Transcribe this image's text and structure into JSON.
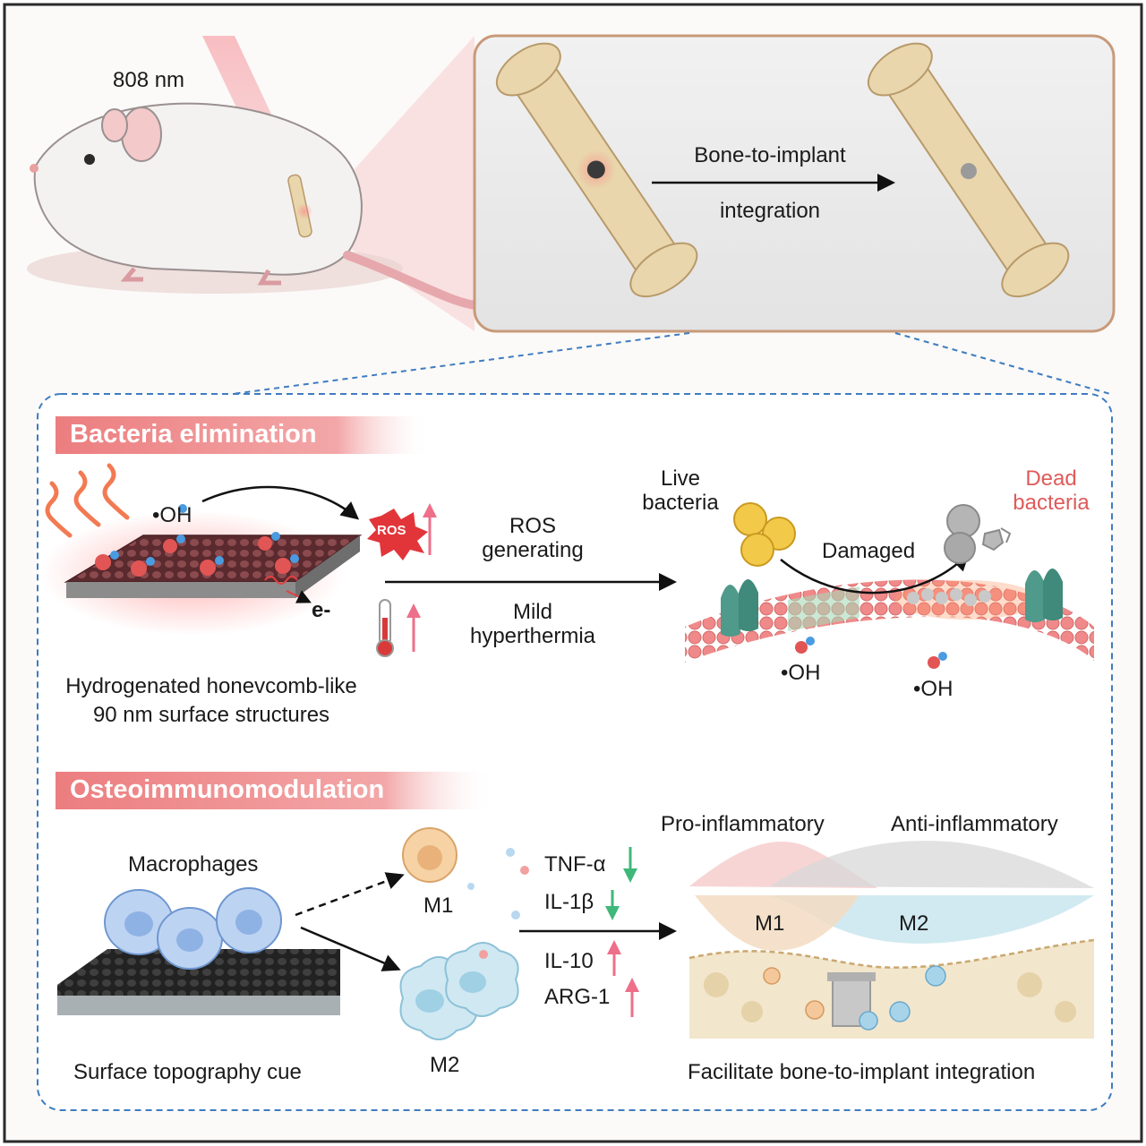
{
  "top": {
    "laser_label": "808 nm",
    "arrow_label_line1": "Bone-to-implant",
    "arrow_label_line2": "integration"
  },
  "bacteria": {
    "banner": "Bacteria elimination",
    "oh_label": "•OH",
    "ros_badge": "ROS",
    "electron_label": "e-",
    "surface_caption_line1": "Hydrogenated honevcomb-like",
    "surface_caption_line2": "90 nm surface structures",
    "ros_line1": "ROS",
    "ros_line2": "generating",
    "mild_line1": "Mild",
    "mild_line2": "hyperthermia",
    "live_line1": "Live",
    "live_line2": "bacteria",
    "dead_line1": "Dead",
    "dead_line2": "bacteria",
    "damaged_label": "Damaged",
    "oh_membrane_1": "•OH",
    "oh_membrane_2": "•OH"
  },
  "osteo": {
    "banner": "Osteoimmunomodulation",
    "macrophages_label": "Macrophages",
    "m1_label": "M1",
    "m2_label": "M2",
    "cytokines": [
      "TNF-α",
      "IL-1β",
      "IL-10",
      "ARG-1"
    ],
    "surface_caption": "Surface topography cue",
    "pro_label": "Pro-inflammatory",
    "anti_label": "Anti-inflammatory",
    "graph_m1": "M1",
    "graph_m2": "M2",
    "final_caption": "Facilitate bone-to-implant integration"
  },
  "colors": {
    "banner": "#ec7d7f",
    "accent_red": "#e05a5a",
    "up_arrow": "#ee6f8a",
    "down_arrow": "#3fb87a",
    "dash_blue": "#3f7cc0",
    "bone": "#e9d6ad"
  }
}
